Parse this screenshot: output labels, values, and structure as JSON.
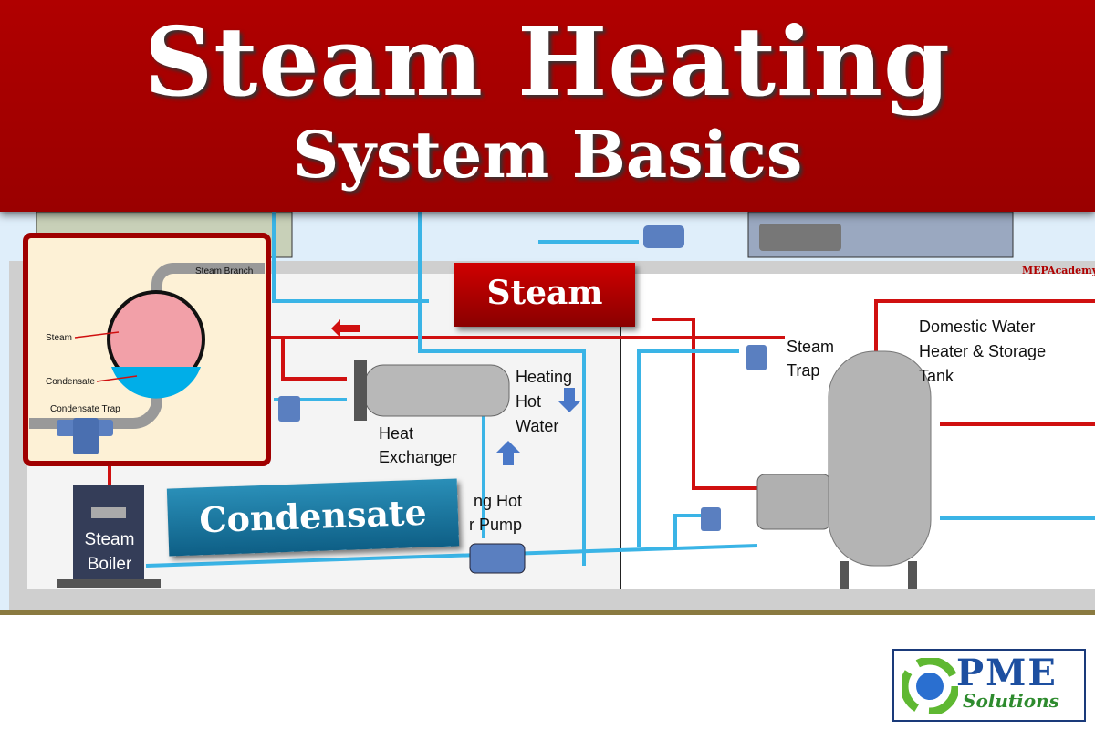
{
  "title": {
    "line1": "Steam Heating",
    "line2": "System Basics"
  },
  "tags": {
    "steam": "Steam",
    "condensate": "Condensate"
  },
  "inset": {
    "steam_branch": "Steam Branch",
    "steam": "Steam",
    "condensate": "Condensate",
    "condensate_trap": "Condensate Trap"
  },
  "labels": {
    "steam_boiler": "Steam Boiler",
    "heat_exchanger": "Heat Exchanger",
    "heating_hot_water": "Heating Hot Water",
    "pump": "ng Hot\nr Pump",
    "steam_trap": "Steam Trap",
    "water_heater": "Domestic Water Heater & Storage Tank"
  },
  "watermark": "MEPAcademy",
  "logo": {
    "main": "PME",
    "sub": "Solutions"
  },
  "colors": {
    "banner": "#a00000",
    "steam": "#d01010",
    "water": "#3ab4e6",
    "inset_bg": "#fdf1d6"
  }
}
